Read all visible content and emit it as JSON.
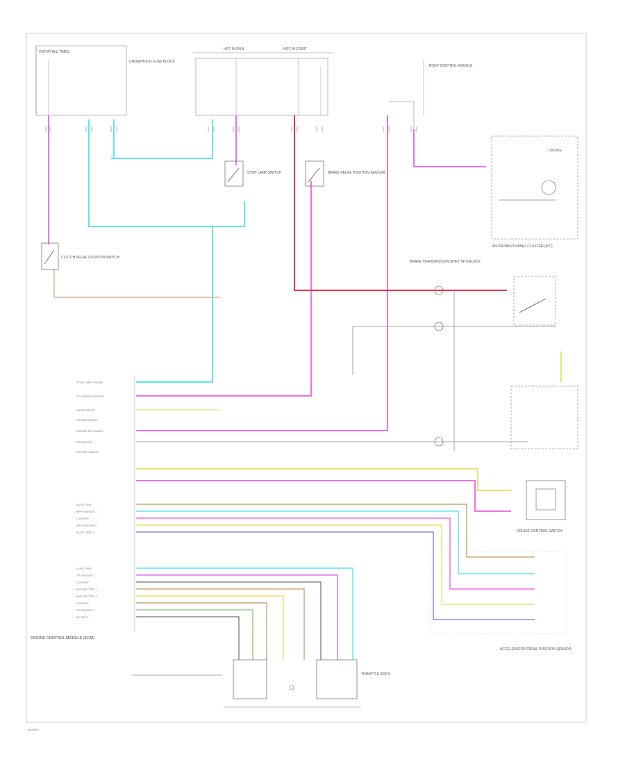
{
  "colors": {
    "pink": "#ee6fe6",
    "cyan": "#5ee6ee",
    "red": "#e8304a",
    "yellow": "#e8e46a",
    "tan": "#c9a877",
    "blue": "#8888dd",
    "green": "#99cc88",
    "gray": "#888888",
    "frame": "#cccccc"
  },
  "labels": {
    "fuse_left_title": "HOT AT ALL TIMES",
    "fuse_mid_title": "HOT IN RUN",
    "fuse_right_title": "HOT IN START",
    "underhood_box": "UNDERHOOD FUSE BLOCK",
    "body_control": "BODY CONTROL MODULE",
    "ipc": "INSTRUMENT PANEL CLUSTER (IPC)",
    "ipc_inner": "CRUISE",
    "clutch_switch": "CLUTCH PEDAL POSITION SWITCH",
    "stop_switch_1": "STOP LAMP SWITCH",
    "stop_switch_2": "BRAKE PEDAL POSITION SENSOR",
    "brake_switch": "BRAKE TRANSMISSION SHIFT INTERLOCK",
    "left_pins": [
      "STOP LAMP SIGNAL",
      "TCC BRAKE SWITCH",
      "SWITCHED B+",
      "CRUISE ON/OFF",
      "CRUISE SET/COAST",
      "RES/ACCEL",
      "CRUISE CANCEL",
      "5 VOLT REF",
      "APP SENSOR 1",
      "LOW REF",
      "APP SENSOR 2",
      "5 VOLT REF 2",
      "5 VOLT REF",
      "TP SENSOR 1",
      "LOW REF",
      "MOTOR CTRL 1",
      "MOTOR CTRL 2",
      "LOW REF",
      "TP SENSOR 2",
      "5V REF 2"
    ],
    "ecm_block": "ENGINE CONTROL MODULE (ECM)",
    "throttle_body": "THROTTLE BODY",
    "accel_sensor": "ACCELERATOR PEDAL POSITION SENSOR",
    "cruise_switch": "CRUISE CONTROL SWITCH",
    "footnote": "WD0000"
  }
}
